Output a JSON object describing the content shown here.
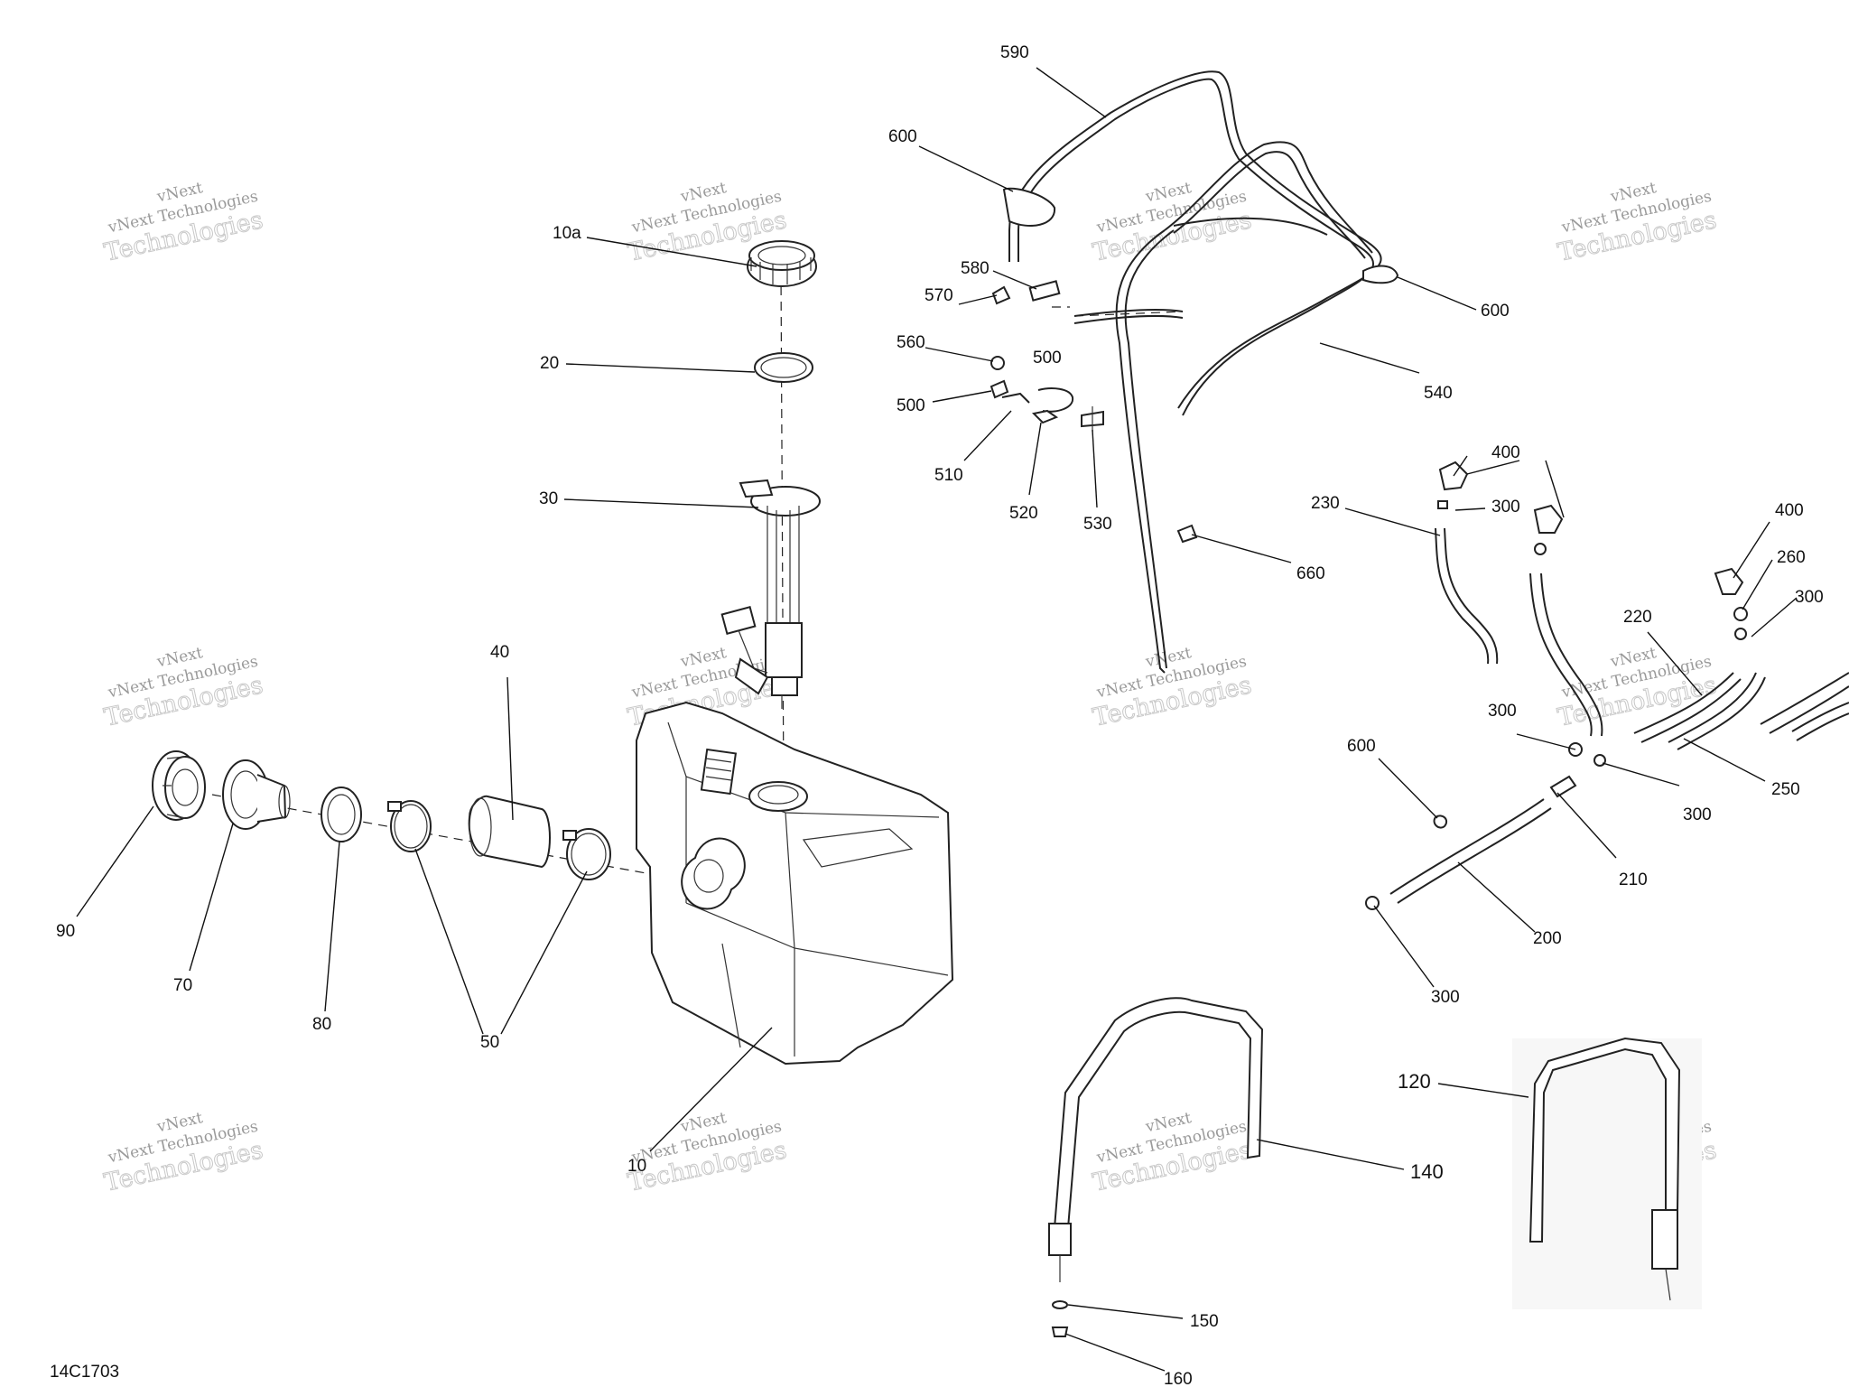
{
  "diagram_id": "14C1703",
  "watermark": {
    "line1": "vNext Technologies",
    "line2": "Technologies",
    "top_word": "vNext"
  },
  "callouts": {
    "c10a": "10a",
    "c20": "20",
    "c30": "30",
    "c40": "40",
    "c50": "50",
    "c70": "70",
    "c80": "80",
    "c90": "90",
    "c10": "10",
    "c590": "590",
    "c600a": "600",
    "c600b": "600",
    "c600c": "600",
    "c580": "580",
    "c570": "570",
    "c560": "560",
    "c500a": "500",
    "c500b": "500",
    "c510": "510",
    "c520": "520",
    "c530": "530",
    "c540": "540",
    "c660": "660",
    "c230": "230",
    "c300a": "300",
    "c300b": "300",
    "c300c": "300",
    "c300d": "300",
    "c300e": "300",
    "c400a": "400",
    "c400b": "400",
    "c260": "260",
    "c220": "220",
    "c250": "250",
    "c210": "210",
    "c200": "200",
    "c120": "120",
    "c140": "140",
    "c150": "150",
    "c160": "160"
  }
}
